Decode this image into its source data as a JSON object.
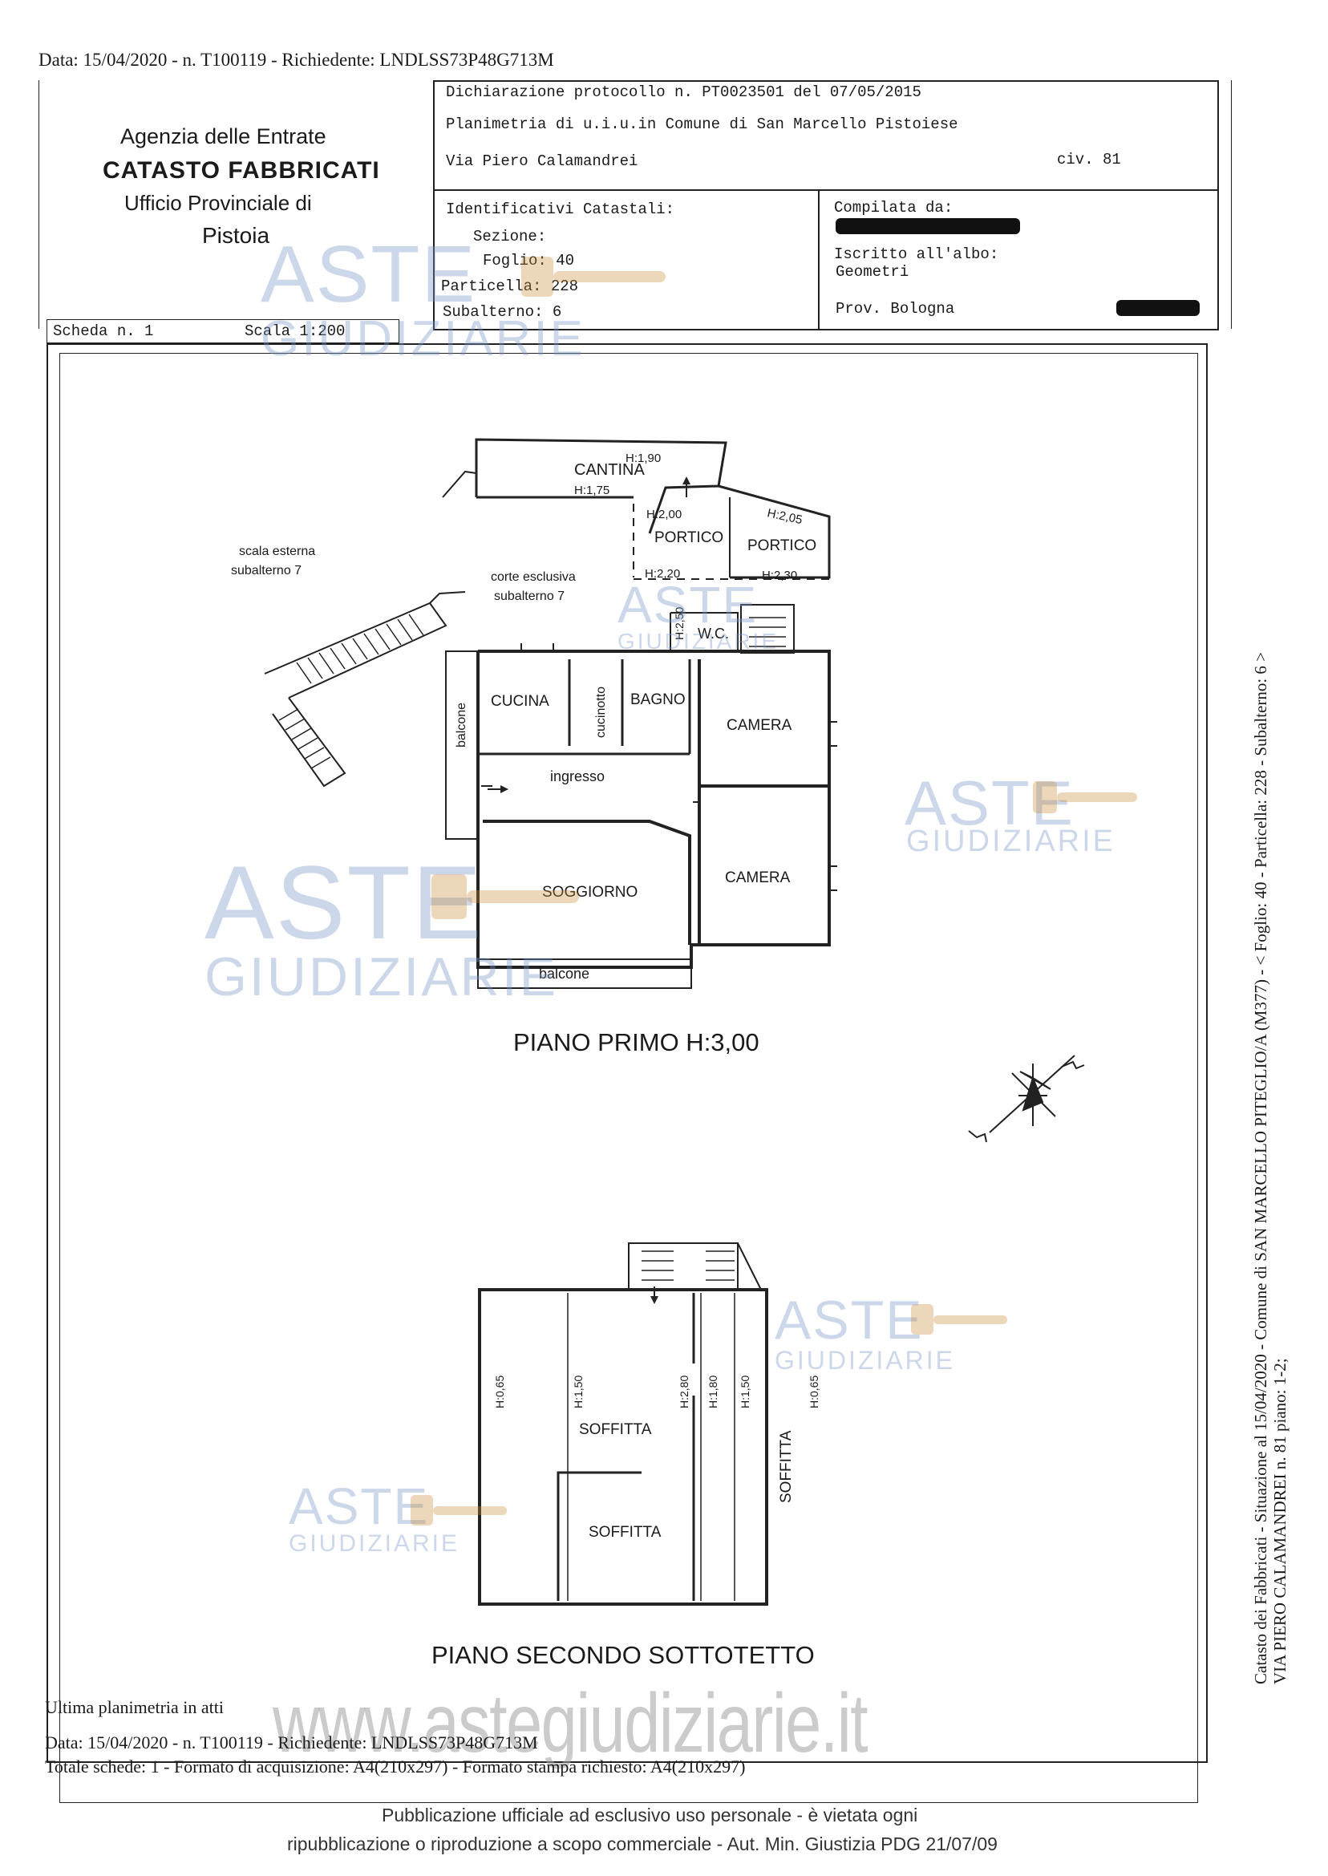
{
  "top_line": "Data: 15/04/2020 - n. T100119 - Richiedente: LNDLSS73P48G713M",
  "agency": {
    "line1": "Agenzia delle Entrate",
    "line2": "CATASTO FABBRICATI",
    "line3": "Ufficio Provinciale di",
    "line4": "Pistoia"
  },
  "declaration": {
    "protocol": "Dichiarazione protocollo n. PT0023501 del 07/05/2015",
    "planimetry": "Planimetria di u.i.u.in Comune di San Marcello Pistoiese",
    "address": "Via Piero Calamandrei",
    "civic": "civ. 81"
  },
  "identifiers": {
    "title": "Identificativi Catastali:",
    "sezione": "Sezione:",
    "foglio": "Foglio: 40",
    "particella": "Particella: 228",
    "subalterno": "Subalterno: 6"
  },
  "compiler": {
    "compilata": "Compilata da:",
    "iscritto": "Iscritto all'albo:",
    "albo": "Geometri",
    "prov": "Prov. Bologna"
  },
  "scheda": "Scheda n. 1",
  "scala": "Scala 1:200",
  "plan": {
    "cantina": "CANTINA",
    "h190": "H:1,90",
    "h175": "H:1,75",
    "h200": "H:2,00",
    "h205": "H:2,05",
    "portico": "PORTICO",
    "h220": "H:2,20",
    "h230": "H:2,30",
    "h250": "H:2,50",
    "scala_esterna": "scala esterna",
    "subalterno7": "subalterno 7",
    "corte": "corte esclusiva",
    "wc": "W.C.",
    "cucina": "CUCINA",
    "cucinotto": "cucinotto",
    "bagno": "BAGNO",
    "camera": "CAMERA",
    "balcone": "balcone",
    "ingresso": "ingresso",
    "soggiorno": "SOGGIORNO",
    "piano_primo": "PIANO  PRIMO H:3,00",
    "soffitta": "SOFFITTA",
    "h065": "H:0,65",
    "h150": "H:1,50",
    "h280": "H:2,80",
    "h180": "H:1,80",
    "piano_secondo": "PIANO  SECONDO SOTTOTETTO"
  },
  "watermark": {
    "aste": "ASTE",
    "giudiziarie": "GIUDIZIARIE",
    "site": "www.astegiudiziarie.it"
  },
  "side_text": {
    "line1": "Catasto dei Fabbricati - Situazione al 15/04/2020 - Comune di SAN MARCELLO PITEGLIO/A (M377) - < Foglio: 40 - Particella: 228 - Subalterno: 6 >",
    "line2": "VIA PIERO CALAMANDREI n. 81 piano: 1-2;"
  },
  "footer": {
    "ultima": "Ultima planimetria in atti",
    "data": "Data: 15/04/2020 - n. T100119 - Richiedente: LNDLSS73P48G713M",
    "totale": "Totale schede: 1 - Formato di acquisizione: A4(210x297) - Formato stampa richiesto: A4(210x297)",
    "pub1": "Pubblicazione ufficiale ad esclusivo uso personale - è vietata ogni",
    "pub2": "ripubblicazione o riproduzione a scopo commerciale - Aut. Min. Giustizia PDG 21/07/09"
  }
}
